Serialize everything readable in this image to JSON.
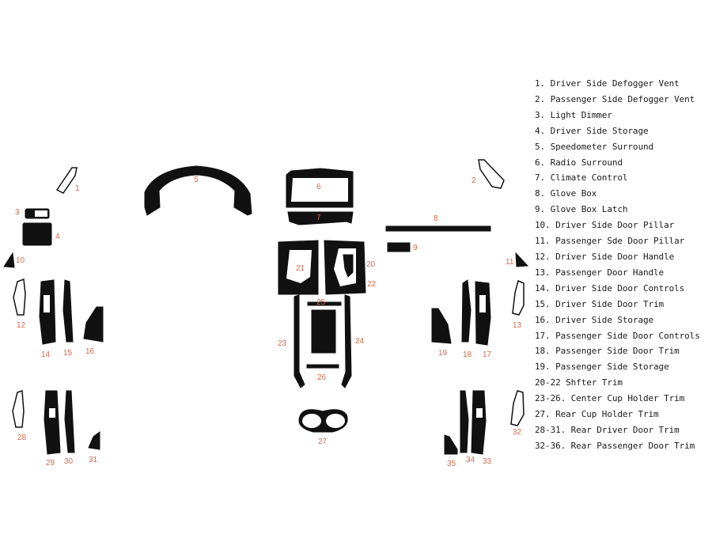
{
  "labels": {
    "n1": "1",
    "n2": "2",
    "n3": "3",
    "n4": "4",
    "n5": "5",
    "n6": "6",
    "n7": "7",
    "n8": "8",
    "n9": "9",
    "n10": "10",
    "n11": "11",
    "n12": "12",
    "n13": "13",
    "n14": "14",
    "n15": "15",
    "n16": "16",
    "n17": "17",
    "n18": "18",
    "n19": "19",
    "n20": "20",
    "n21": "21",
    "n22": "22",
    "n23": "23",
    "n24": "24",
    "n25": "25",
    "n26": "26",
    "n27": "27",
    "n28": "28",
    "n29": "29",
    "n30": "30",
    "n31": "31",
    "n32": "32",
    "n33": "33",
    "n34": "34",
    "n35": "35"
  },
  "legend": [
    "1. Driver Side Defogger Vent",
    "2. Passenger Side Defogger Vent",
    "3. Light Dimmer",
    "4. Driver Side Storage",
    "5. Speedometer Surround",
    "6. Radio Surround",
    "7. Climate Control",
    "8. Glove Box",
    "9. Glove Box Latch",
    "10. Driver Side Door Pillar",
    "11. Passenger Sde Door Pillar",
    "12. Driver Side Door Handle",
    "13. Passenger Door Handle",
    "14. Driver Side Door Controls",
    "15. Driver Side Door Trim",
    "16. Driver Side Storage",
    "17. Passenger Side Door Controls",
    "18. Passenger Side Door Trim",
    "19. Passenger Side Storage",
    "20-22 Shfter Trim",
    "23-26. Center Cup Holder Trim",
    "27. Rear Cup Holder Trim",
    "28-31. Rear Driver Door Trim",
    "32-36. Rear Passenger Door Trim"
  ],
  "colors": {
    "number": "#d2694c",
    "piece": "#111111",
    "background": "#ffffff"
  }
}
